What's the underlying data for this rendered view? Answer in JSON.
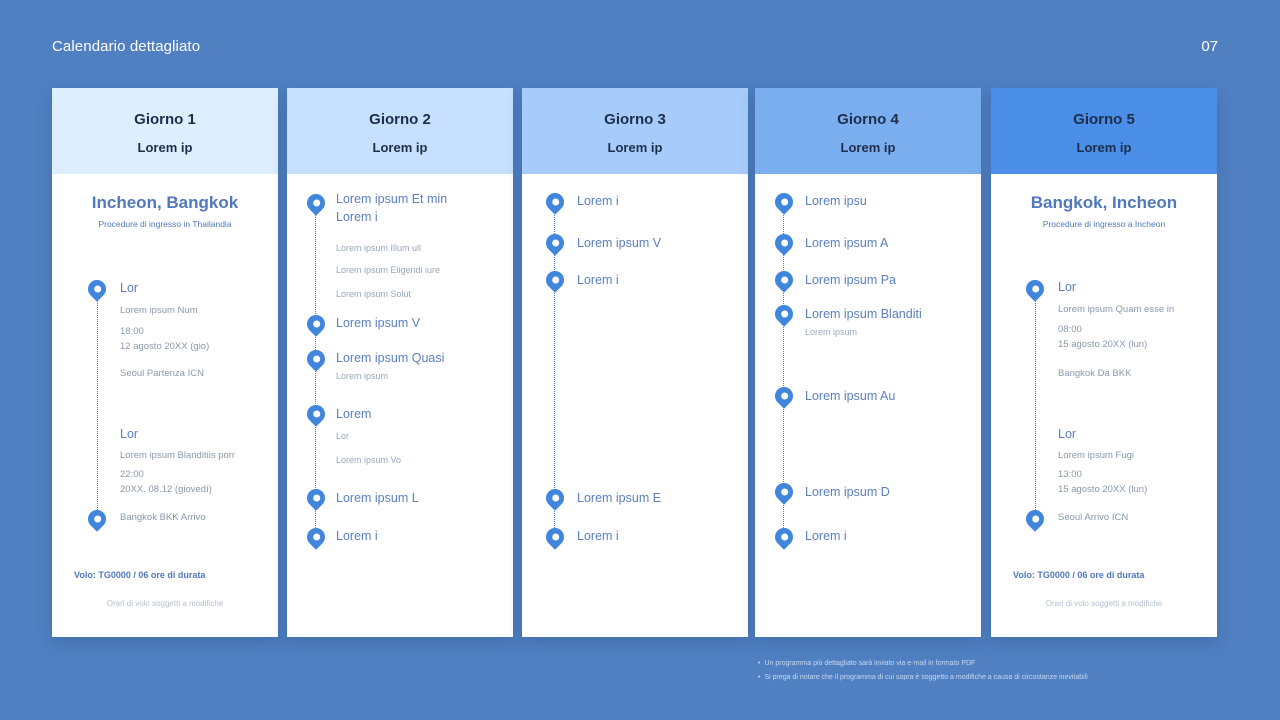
{
  "header": {
    "title": "Calendario dettagliato",
    "page": "07"
  },
  "colors": {
    "background": "#5080c2",
    "day1": "#ddeeff",
    "day2": "#c8e0ff",
    "day3": "#a7ccfb",
    "day4": "#7aaeef",
    "day5": "#4a8ee8",
    "pin": "#3f86dc",
    "accent": "#4f79bb"
  },
  "days": [
    {
      "title": "Giorno 1",
      "subtitle": "Lorem ip",
      "route": "Incheon, Bangkok",
      "route_sub": "Procedure di ingresso in Thailandia",
      "stops": [
        {
          "label": "Lor",
          "detail": "Lorem ipsum Num",
          "time": "18:00",
          "date": "12 agosto 20XX (gio)",
          "place": "Seoul Partenza ICN"
        },
        {
          "label": "Lor",
          "detail": "Lorem ipsum Blanditiis porr",
          "time": "22:00",
          "date": "20XX. 08.12 (giovedì)",
          "place": "Bangkok BKK Arrivo"
        }
      ],
      "flight": "Volo: TG0000 / 06 ore di durata",
      "flight_note": "Orari di volo soggetti a modifiche"
    },
    {
      "title": "Giorno 2",
      "subtitle": "Lorem ip",
      "items": [
        {
          "label": "Lorem ipsum Et min",
          "label2": "Lorem i",
          "subs": [
            "Lorem ipsum Illum ull",
            "Lorem ipsum Eligendi iure",
            "Lorem ipsum Solut"
          ]
        },
        {
          "label": "Lorem ipsum V"
        },
        {
          "label": "Lorem ipsum Quasi",
          "subs": [
            "Lorem ipsum"
          ]
        },
        {
          "label": "Lorem",
          "subs": [
            "Lor",
            "Lorem ipsum Vo"
          ]
        },
        {
          "label": "Lorem ipsum L"
        },
        {
          "label": "Lorem i"
        }
      ]
    },
    {
      "title": "Giorno 3",
      "subtitle": "Lorem ip",
      "items": [
        {
          "label": "Lorem i"
        },
        {
          "label": "Lorem ipsum V"
        },
        {
          "label": "Lorem i"
        },
        {
          "label": "Lorem ipsum E"
        },
        {
          "label": "Lorem i"
        }
      ]
    },
    {
      "title": "Giorno 4",
      "subtitle": "Lorem ip",
      "items": [
        {
          "label": "Lorem ipsu"
        },
        {
          "label": "Lorem ipsum A"
        },
        {
          "label": "Lorem ipsum Pa"
        },
        {
          "label": "Lorem ipsum Blanditi",
          "subs": [
            "Lorem ipsum"
          ]
        },
        {
          "label": "Lorem ipsum Au"
        },
        {
          "label": "Lorem ipsum D"
        },
        {
          "label": "Lorem i"
        }
      ]
    },
    {
      "title": "Giorno 5",
      "subtitle": "Lorem ip",
      "route": "Bangkok, Incheon",
      "route_sub": "Procedure di ingresso a Incheon",
      "stops": [
        {
          "label": "Lor",
          "detail": "Lorem ipsum Quam esse in",
          "time": "08:00",
          "date": "15 agosto 20XX (lun)",
          "place": "Bangkok Da BKK"
        },
        {
          "label": "Lor",
          "detail": "Lorem ipsum Fugi",
          "time": "13:00",
          "date": "15 agosto 20XX (lun)",
          "place": "Seoul Arrivo ICN"
        }
      ],
      "flight": "Volo: TG0000 / 06 ore di durata",
      "flight_note": "Orari di volo soggetti a modifiche"
    }
  ],
  "footnotes": [
    "Un programma più dettagliato sarà inviato via e-mail in formato PDF",
    "Si prega di notare che il programma di cui sopra è soggetto a modifiche a causa di circostanze inevitabili"
  ]
}
